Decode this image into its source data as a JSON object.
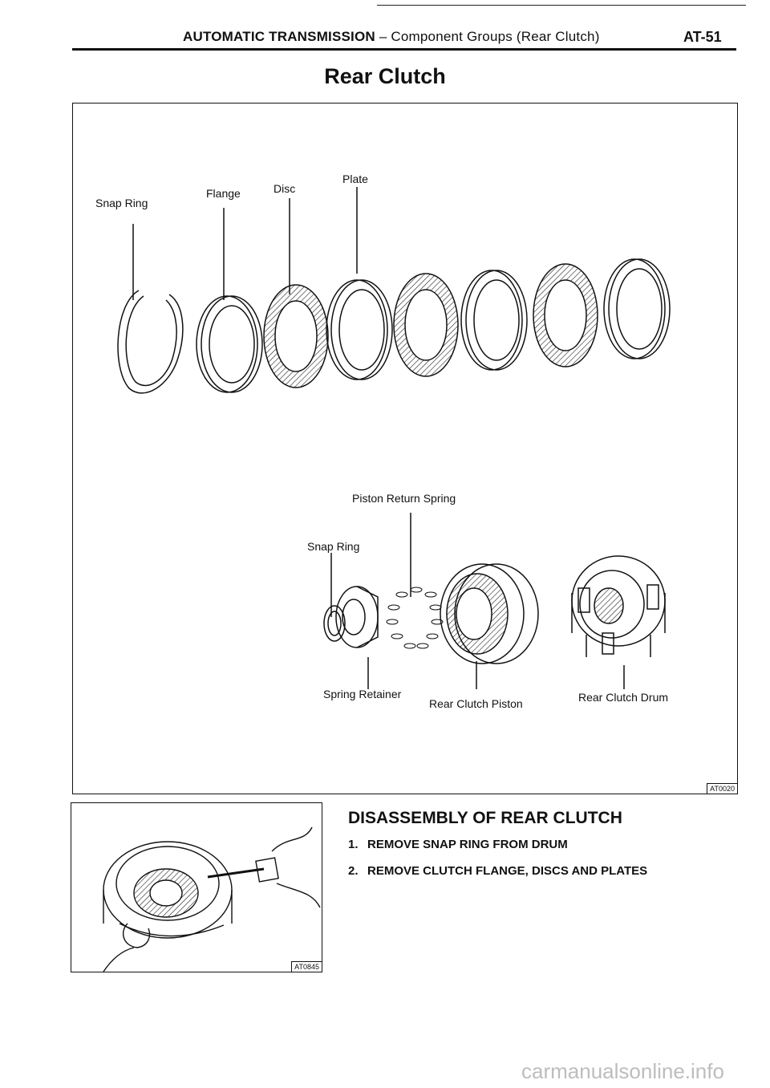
{
  "header": {
    "title_bold": "AUTOMATIC TRANSMISSION",
    "title_rest": " – Component Groups (Rear Clutch)",
    "page_number": "AT-51"
  },
  "page_title": "Rear Clutch",
  "figure1": {
    "code": "AT0020",
    "labels": {
      "snap_ring_top": "Snap Ring",
      "flange": "Flange",
      "disc": "Disc",
      "plate": "Plate",
      "piston_return_spring": "Piston Return Spring",
      "snap_ring_bottom": "Snap Ring",
      "spring_retainer": "Spring Retainer",
      "rear_clutch_piston": "Rear Clutch Piston",
      "rear_clutch_drum": "Rear Clutch Drum"
    }
  },
  "figure2": {
    "code": "AT0845"
  },
  "section": {
    "title": "DISASSEMBLY OF REAR CLUTCH",
    "steps": [
      {
        "num": "1.",
        "text": "REMOVE SNAP RING FROM DRUM"
      },
      {
        "num": "2.",
        "text": "REMOVE CLUTCH FLANGE, DISCS AND PLATES"
      }
    ]
  },
  "watermark": "carmanualsonline.info"
}
